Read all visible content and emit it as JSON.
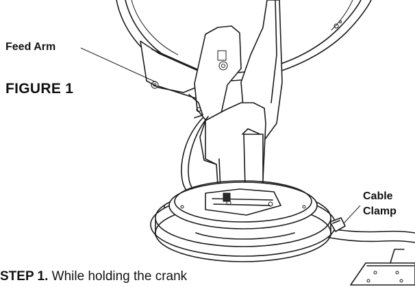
{
  "figure": {
    "title": "FIGURE 1",
    "callouts": {
      "feed_arm": "Feed Arm",
      "cable_clamp_line1": "Cable",
      "cable_clamp_line2": "Clamp"
    }
  },
  "step": {
    "number": "STEP 1.",
    "text": " While holding the crank"
  }
}
